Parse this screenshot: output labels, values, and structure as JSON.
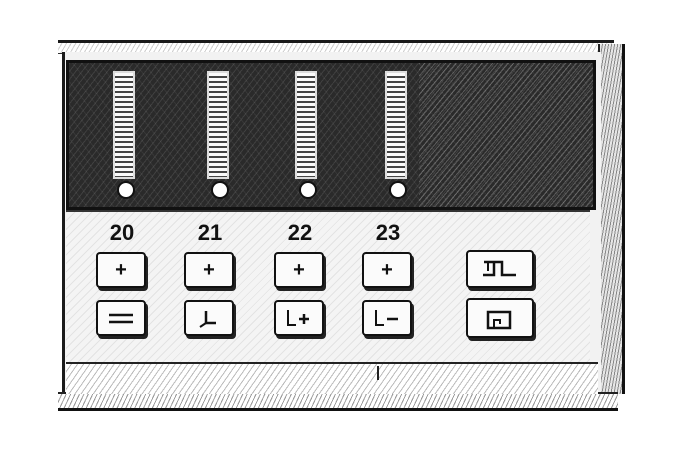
{
  "channels": [
    {
      "label": "20"
    },
    {
      "label": "21"
    },
    {
      "label": "22"
    },
    {
      "label": "23"
    }
  ],
  "keys": {
    "plus_glyph": "+",
    "minus_glyph": "−"
  },
  "icons": {
    "plus_key": "plus-icon",
    "minus_key": "minus-icon",
    "bar_key": "double-bar-icon",
    "clock_key": "clock-hands-icon",
    "pulse_key": "pulse-waveform-icon",
    "square_key": "square-wave-icon"
  }
}
